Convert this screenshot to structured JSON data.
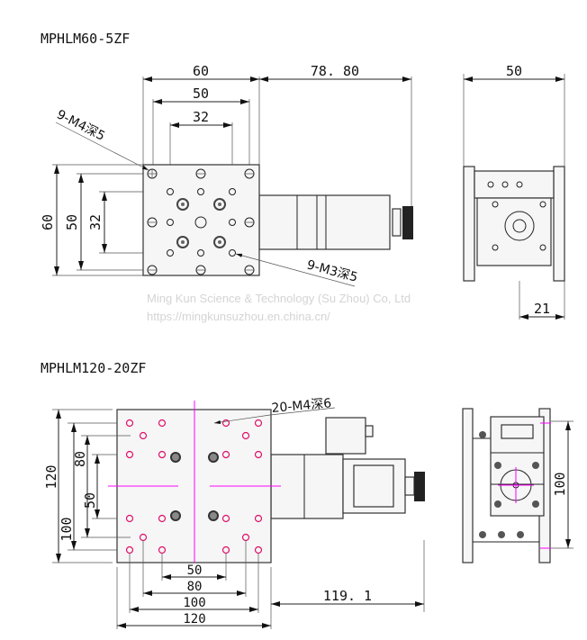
{
  "drawing_1": {
    "title": "MPHLM60-5ZF",
    "dims": {
      "width_60": "60",
      "pitch_50": "50",
      "pitch_32": "32",
      "length_78_80": "78. 80",
      "height_60": "60",
      "vpitch_50": "50",
      "vpitch_32": "32",
      "side_width_50": "50",
      "side_21": "21"
    },
    "callout_m4": "9-M4深5",
    "callout_m3": "9-M3深5"
  },
  "watermark": {
    "company": "Ming Kun Science & Technology (Su Zhou) Co, Ltd",
    "url": "https://mingkunsuzhou.en.china.cn/"
  },
  "drawing_2": {
    "title": "MPHLM120-20ZF",
    "callout_m4": "20-M4深6",
    "dims": {
      "h120": "120",
      "h100": "100",
      "h80": "80",
      "h50": "50",
      "w50": "50",
      "w80": "80",
      "w100": "100",
      "w120": "120",
      "length_119_1": "119. 1",
      "side_100": "100"
    }
  },
  "colors": {
    "center_line": "#ff00ff",
    "hole": "#e0106a"
  }
}
